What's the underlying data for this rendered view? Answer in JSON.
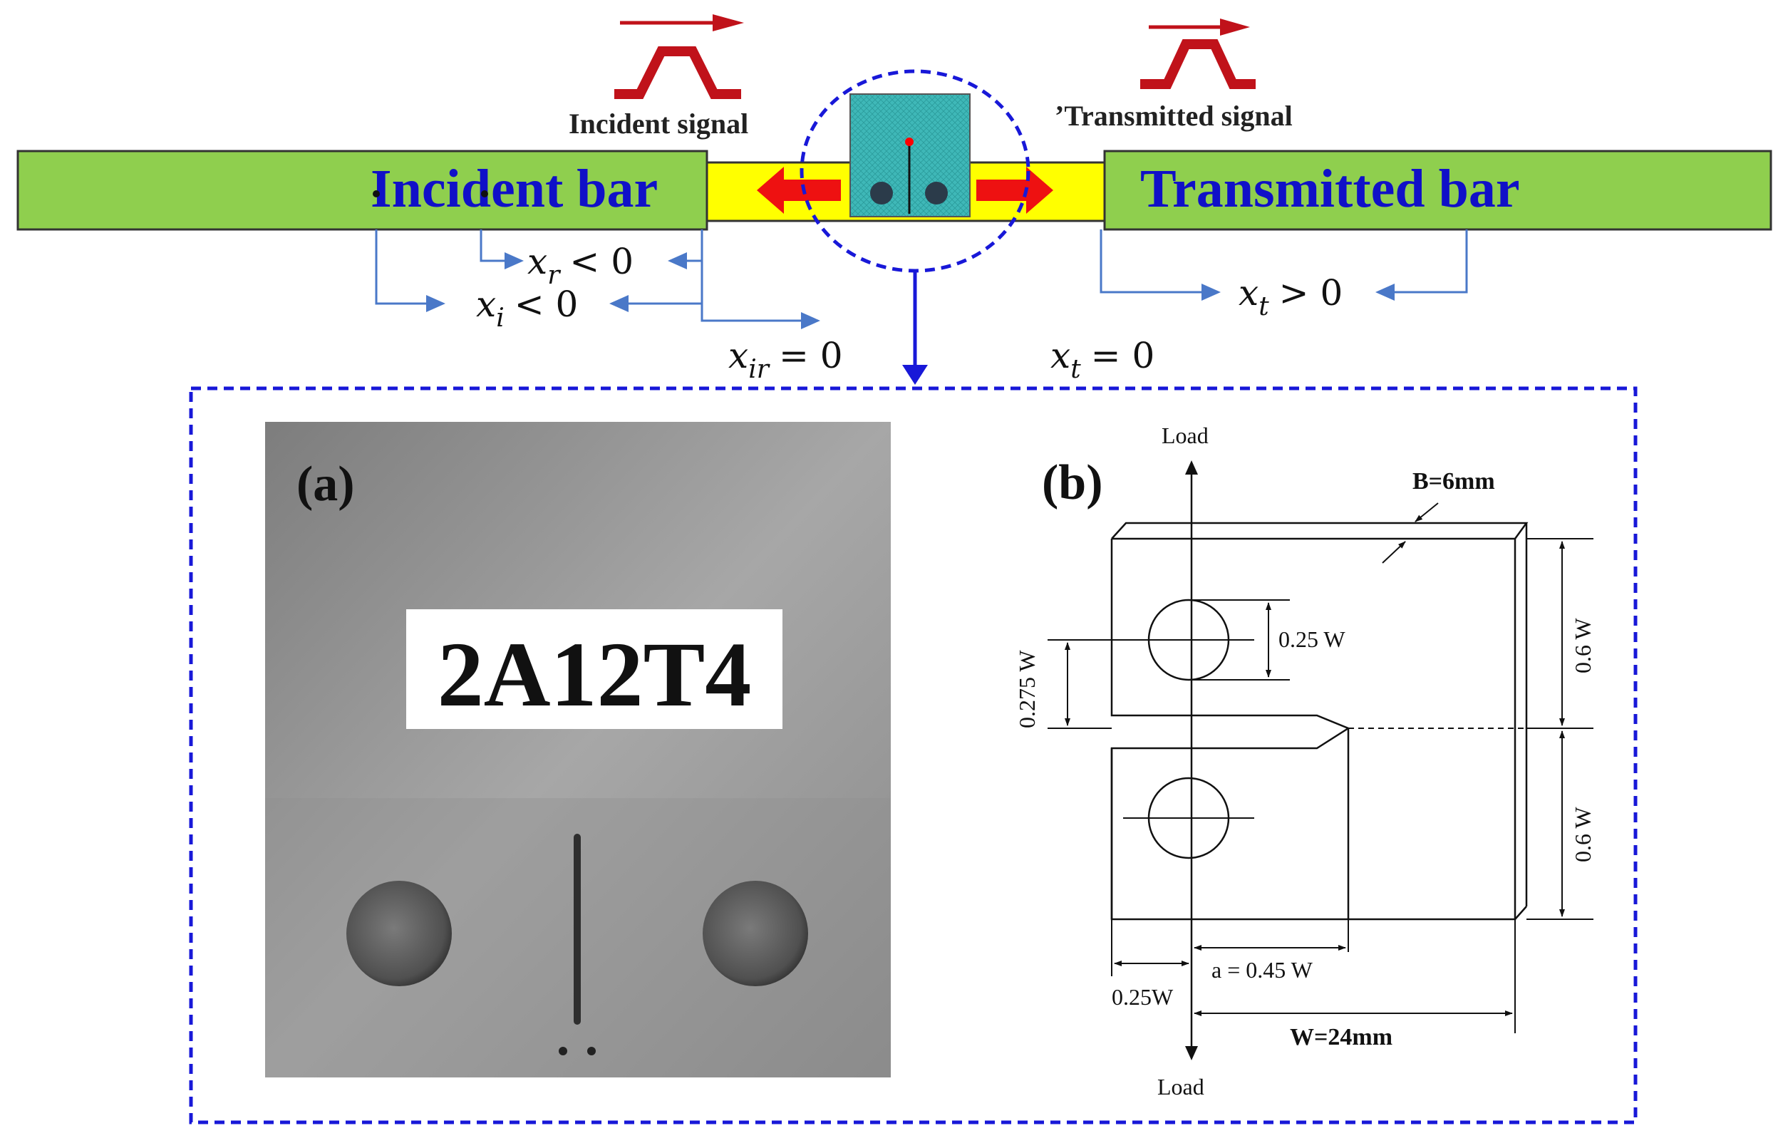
{
  "bars": {
    "incident_label": "Incident bar",
    "transmitted_label": "Transmitted bar",
    "incident_color": "#8fcf4e",
    "specimen_zone_color": "#ffff00"
  },
  "signals": {
    "incident_label": "Incident signal",
    "transmitted_label": "Transmitted signal",
    "pulse_color": "#c0121a"
  },
  "coordinates": {
    "xr_label": "x",
    "xr_sub": "r",
    "xr_rel": "< 0",
    "xi_label": "x",
    "xi_sub": "i",
    "xi_rel": "< 0",
    "xir_label": "x",
    "xir_sub": "ir",
    "xir_rel": "= 0",
    "xt_label": "x",
    "xt_sub": "t",
    "xt_rel": "> 0",
    "xt0_label": "x",
    "xt0_sub": "t",
    "xt0_rel": "= 0",
    "arrow_color": "#4a78c8"
  },
  "photo": {
    "panel_label": "(a)",
    "material": "2A12T4"
  },
  "drawing": {
    "panel_label": "(b)",
    "load_top": "Load",
    "load_bottom": "Load",
    "thickness": "B=6mm",
    "hole_dia": "0.25 W",
    "notch_offset": "0.275 W",
    "upper_height": "0.6 W",
    "lower_height": "0.6 W",
    "crack_length": "a = 0.45 W",
    "edge_dist": "0.25W",
    "width": "W=24mm"
  },
  "frame_color": "#1818d8"
}
